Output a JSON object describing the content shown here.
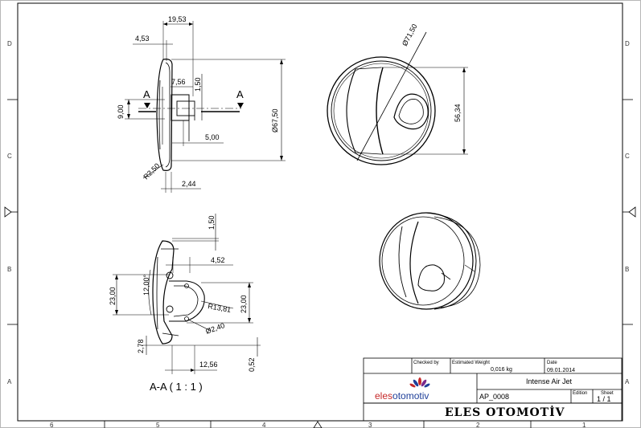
{
  "zones": {
    "left": [
      "D",
      "C",
      "B",
      "A"
    ],
    "right": [
      "D",
      "C",
      "B",
      "A"
    ],
    "bottom": [
      "6",
      "5",
      "4",
      "3",
      "2",
      "1"
    ]
  },
  "views": {
    "side": {
      "dims": {
        "w1953": "19,53",
        "w453": "4,53",
        "w756": "7,56",
        "w150": "1,50",
        "h900": "9,00",
        "w500": "5,00",
        "dia6750": "Ø67,50",
        "r250": "R2,50",
        "w244": "2,44"
      },
      "section_mark_left": "A",
      "section_mark_right": "A"
    },
    "front": {
      "dims": {
        "dia7150": "Ø71,50",
        "h5634": "56,34"
      }
    },
    "section": {
      "title": "A-A ( 1 : 1 )",
      "dims": {
        "v150": "1,50",
        "w452": "4,52",
        "ang1200": "12,00°",
        "h2300_left": "23,00",
        "h2300_right": "23,00",
        "r1381": "R13,81",
        "dia240": "Ø2,40",
        "v278": "2,78",
        "w1256": "12,56",
        "v052": "0,52"
      }
    }
  },
  "title_block": {
    "checked_by_label": "Checked by",
    "estimated_weight_label": "Estimated Weight",
    "date_label": "Date",
    "weight": "0,016 kg",
    "date": "09.01.2014",
    "title": "Intense Air Jet",
    "edition_label": "Edition",
    "sheet_label": "Sheet",
    "sheet_value": "1 / 1",
    "part_number": "AP_0008",
    "logo_text_left": "eles",
    "logo_text_right": "otomotiv",
    "company": "ELES OTOMOTİV",
    "logo_colors": [
      "#c62828",
      "#1f3f99",
      "#7b2a8c"
    ]
  }
}
